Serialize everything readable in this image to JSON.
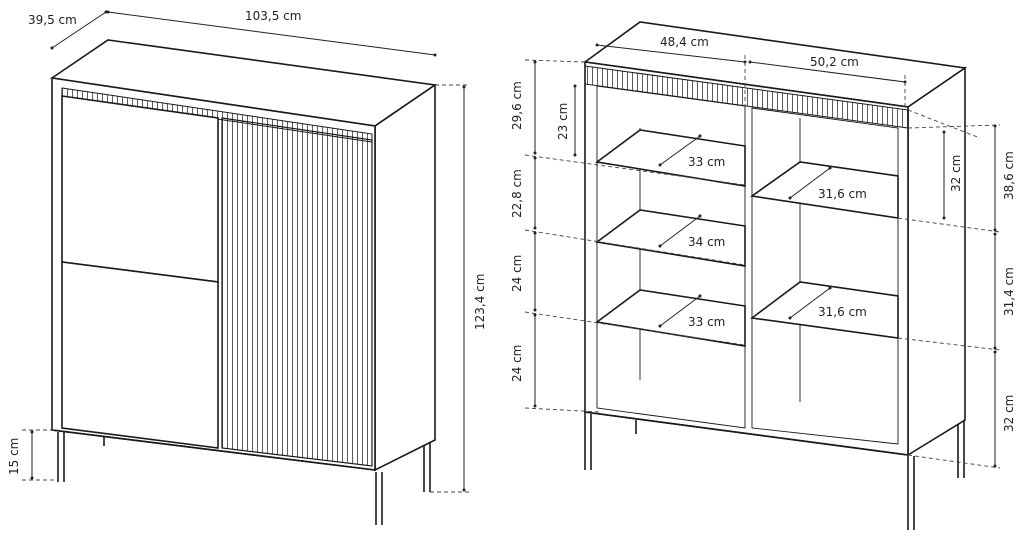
{
  "left_view": {
    "depth": "39,5 cm",
    "width": "103,5 cm",
    "height": "123,4 cm",
    "leg_height": "15 cm"
  },
  "right_view": {
    "left_compartment_width": "48,4 cm",
    "right_compartment_width": "50,2 cm",
    "left_heights": [
      "29,6 cm",
      "23 cm",
      "22,8 cm",
      "24 cm",
      "24 cm"
    ],
    "left_shelf_depths": [
      "33 cm",
      "34 cm",
      "33 cm"
    ],
    "right_inner_height": "32 cm",
    "right_shelf_depths": [
      "31,6 cm",
      "31,6 cm"
    ],
    "right_heights": [
      "38,6 cm",
      "31,4 cm",
      "32 cm"
    ]
  }
}
